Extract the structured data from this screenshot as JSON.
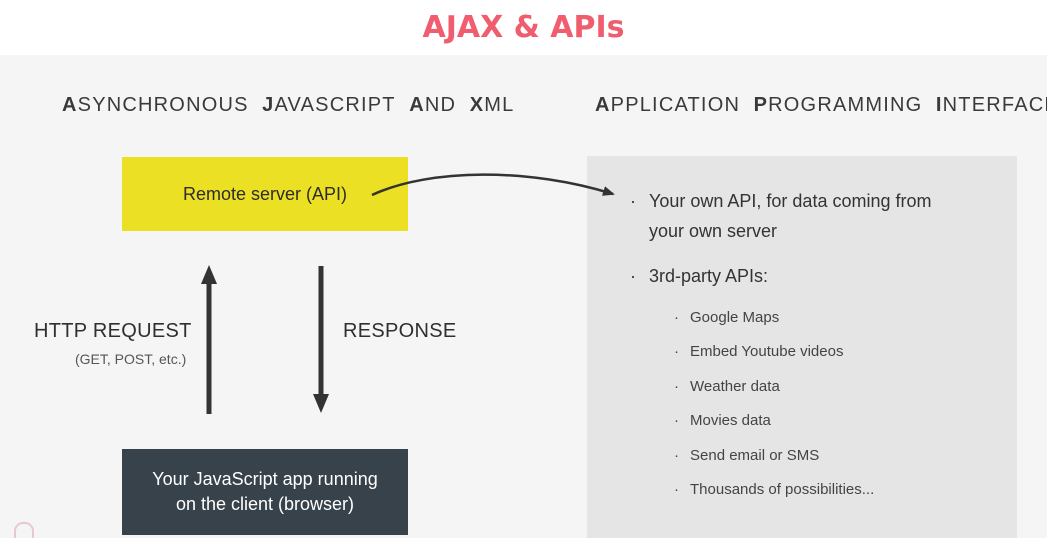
{
  "title": "AJAX & APIs",
  "headings": {
    "ajax": [
      {
        "cap": "A",
        "rest": "SYNCHRONOUS"
      },
      {
        "cap": "J",
        "rest": "AVASCRIPT"
      },
      {
        "cap": "A",
        "rest": "ND"
      },
      {
        "cap": "X",
        "rest": "ML"
      }
    ],
    "api": [
      {
        "cap": "A",
        "rest": "PPLICATION"
      },
      {
        "cap": "P",
        "rest": "ROGRAMMING"
      },
      {
        "cap": "I",
        "rest": "NTERFACE"
      }
    ]
  },
  "diagram": {
    "server_box": "Remote server (API)",
    "client_box_line1": "Your JavaScript app running",
    "client_box_line2": "on the client (browser)",
    "request_label": "HTTP REQUEST",
    "request_sublabel": "(GET, POST, etc.)",
    "response_label": "RESPONSE"
  },
  "api_panel": {
    "bullet_glyph": "·",
    "own_api_line1": "Your own API, for data coming from",
    "own_api_line2": "your own server",
    "third_party": "3rd-party APIs:",
    "examples": [
      "Google Maps",
      "Embed Youtube videos",
      "Weather data",
      "Movies data",
      "Send email or SMS",
      "Thousands of possibilities..."
    ]
  },
  "colors": {
    "title": "#ef5d6f",
    "server_box": "#ece024",
    "client_box": "#37424b",
    "panel": "#e5e5e5",
    "arrow": "#333333"
  }
}
